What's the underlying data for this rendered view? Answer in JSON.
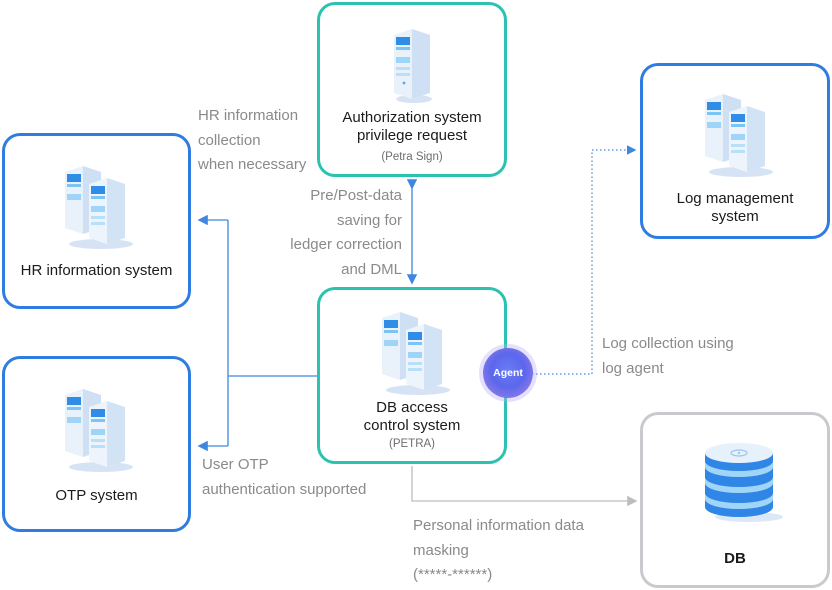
{
  "nodes": {
    "authorization": {
      "title_line1": "Authorization system",
      "title_line2": "privilege request",
      "subtitle": "(Petra Sign)"
    },
    "hr": {
      "title": "HR information system"
    },
    "otp": {
      "title": "OTP system"
    },
    "db_access": {
      "title_line1": "DB access",
      "title_line2": "control system",
      "subtitle": "(PETRA)"
    },
    "log_mgmt": {
      "title_line1": "Log management",
      "title_line2": "system"
    },
    "db": {
      "title": "DB"
    }
  },
  "agent": {
    "label": "Agent"
  },
  "notes": {
    "hr_collection": "HR information\ncollection\nwhen necessary",
    "pre_post": "Pre/Post-data\nsaving for\nledger correction\nand DML",
    "log_collection": "Log collection using\nlog agent",
    "otp_auth": "User OTP\nauthentication supported",
    "masking": "Personal information data\nmasking\n(*****-******)"
  },
  "colors": {
    "blue_border": "#2f7de1",
    "teal_border": "#2cc2b0",
    "gray_border": "#c8cacd",
    "connector": "#3f86e0",
    "masking_connector": "#bdbdbd"
  },
  "icons": {
    "server": "server-icon",
    "database": "database-icon"
  }
}
